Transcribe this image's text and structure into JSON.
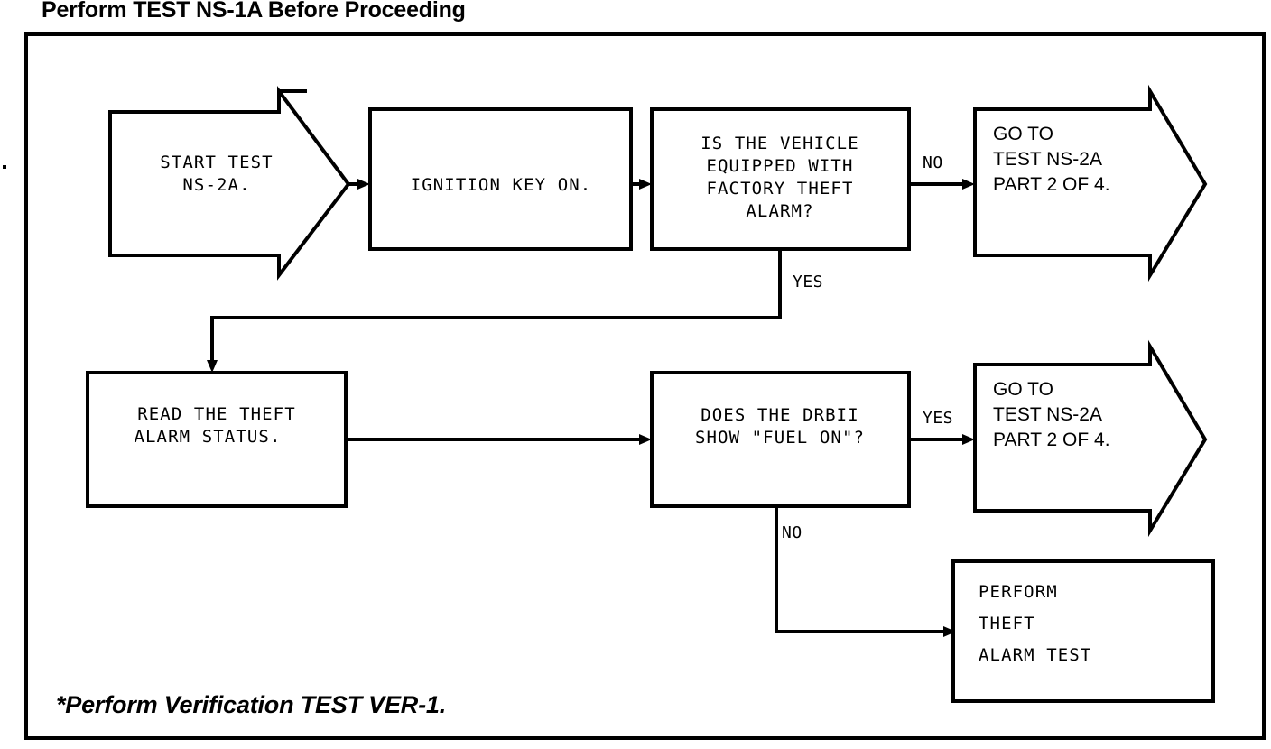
{
  "page": {
    "title": "Perform TEST NS-1A Before Proceeding",
    "footer_note": "*Perform Verification TEST VER-1.",
    "ink_color": "#000000",
    "background_color": "#ffffff"
  },
  "flowchart": {
    "type": "flowchart",
    "nodes": [
      {
        "id": "start",
        "shape": "arrow-pentagon",
        "lines": [
          "START TEST",
          "NS-2A."
        ],
        "align": "center"
      },
      {
        "id": "ignition",
        "shape": "rectangle",
        "lines": [
          "IGNITION KEY ON."
        ],
        "align": "center"
      },
      {
        "id": "theft-alarm-question",
        "shape": "rectangle",
        "lines": [
          "IS THE VEHICLE",
          "EQUIPPED WITH",
          "FACTORY THEFT",
          "ALARM?"
        ],
        "align": "center"
      },
      {
        "id": "goto-top",
        "shape": "arrow-pentagon",
        "lines": [
          "GO TO",
          "TEST NS-2A",
          "PART 2 OF 4."
        ],
        "align": "left"
      },
      {
        "id": "read-theft-status",
        "shape": "rectangle",
        "lines": [
          "READ THE THEFT",
          "ALARM STATUS."
        ],
        "align": "center"
      },
      {
        "id": "drbii-question",
        "shape": "rectangle",
        "lines": [
          "DOES THE DRBII",
          "SHOW \"FUEL ON\"?"
        ],
        "align": "center"
      },
      {
        "id": "goto-bottom",
        "shape": "arrow-pentagon",
        "lines": [
          "GO TO",
          "TEST NS-2A",
          "PART 2 OF 4."
        ],
        "align": "left"
      },
      {
        "id": "perform-theft-alarm-test",
        "shape": "rectangle",
        "lines": [
          "PERFORM",
          " THEFT",
          "ALARM TEST"
        ],
        "align": "left"
      }
    ],
    "edges": [
      {
        "id": "start-to-ignition",
        "from": "start",
        "to": "ignition",
        "label": ""
      },
      {
        "id": "ignition-to-question",
        "from": "ignition",
        "to": "theft-alarm-question",
        "label": ""
      },
      {
        "id": "question-no",
        "from": "theft-alarm-question",
        "to": "goto-top",
        "label": "NO"
      },
      {
        "id": "question-yes",
        "from": "theft-alarm-question",
        "to": "read-theft-status",
        "label": "YES"
      },
      {
        "id": "read-to-drbii",
        "from": "read-theft-status",
        "to": "drbii-question",
        "label": ""
      },
      {
        "id": "drbii-yes",
        "from": "drbii-question",
        "to": "goto-bottom",
        "label": "YES"
      },
      {
        "id": "drbii-no",
        "from": "drbii-question",
        "to": "perform-theft-alarm-test",
        "label": "NO"
      }
    ]
  }
}
